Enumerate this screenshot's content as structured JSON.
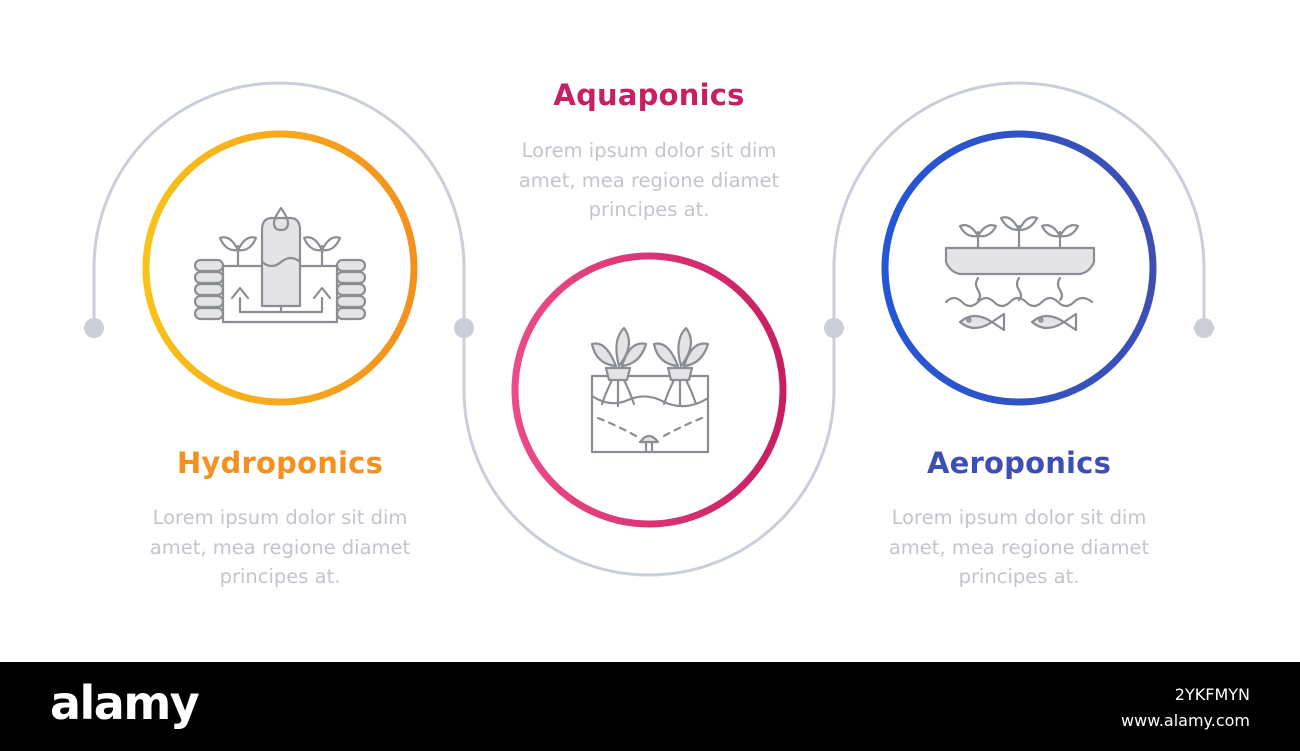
{
  "steps": [
    {
      "title": "Hydroponics",
      "description_lines": [
        "Lorem ipsum dolor sit dim",
        "amet, mea regione diamet",
        "principes at."
      ],
      "icon": "hydroponics-icon",
      "color_start": "#f9c21a",
      "color_end": "#f4901e"
    },
    {
      "title": "Aquaponics",
      "description_lines": [
        "Lorem ipsum dolor sit dim",
        "amet, mea regione diamet",
        "principes at."
      ],
      "icon": "aquaponics-icon",
      "color_start": "#ec4a86",
      "color_end": "#c81e63"
    },
    {
      "title": "Aeroponics",
      "description_lines": [
        "Lorem ipsum dolor sit dim",
        "amet, mea regione diamet",
        "principes at."
      ],
      "icon": "aeroponics-icon",
      "color_start": "#2456d6",
      "color_end": "#3d4fb4"
    }
  ],
  "colors": {
    "connector": "#c9ced8",
    "icon_stroke": "#8a8d94",
    "icon_fill": "#e4e4e6",
    "description_text": "#c2c5cc"
  },
  "footer": {
    "logo": "alamy",
    "image_id": "2YKFMYN",
    "url": "www.alamy.com"
  }
}
